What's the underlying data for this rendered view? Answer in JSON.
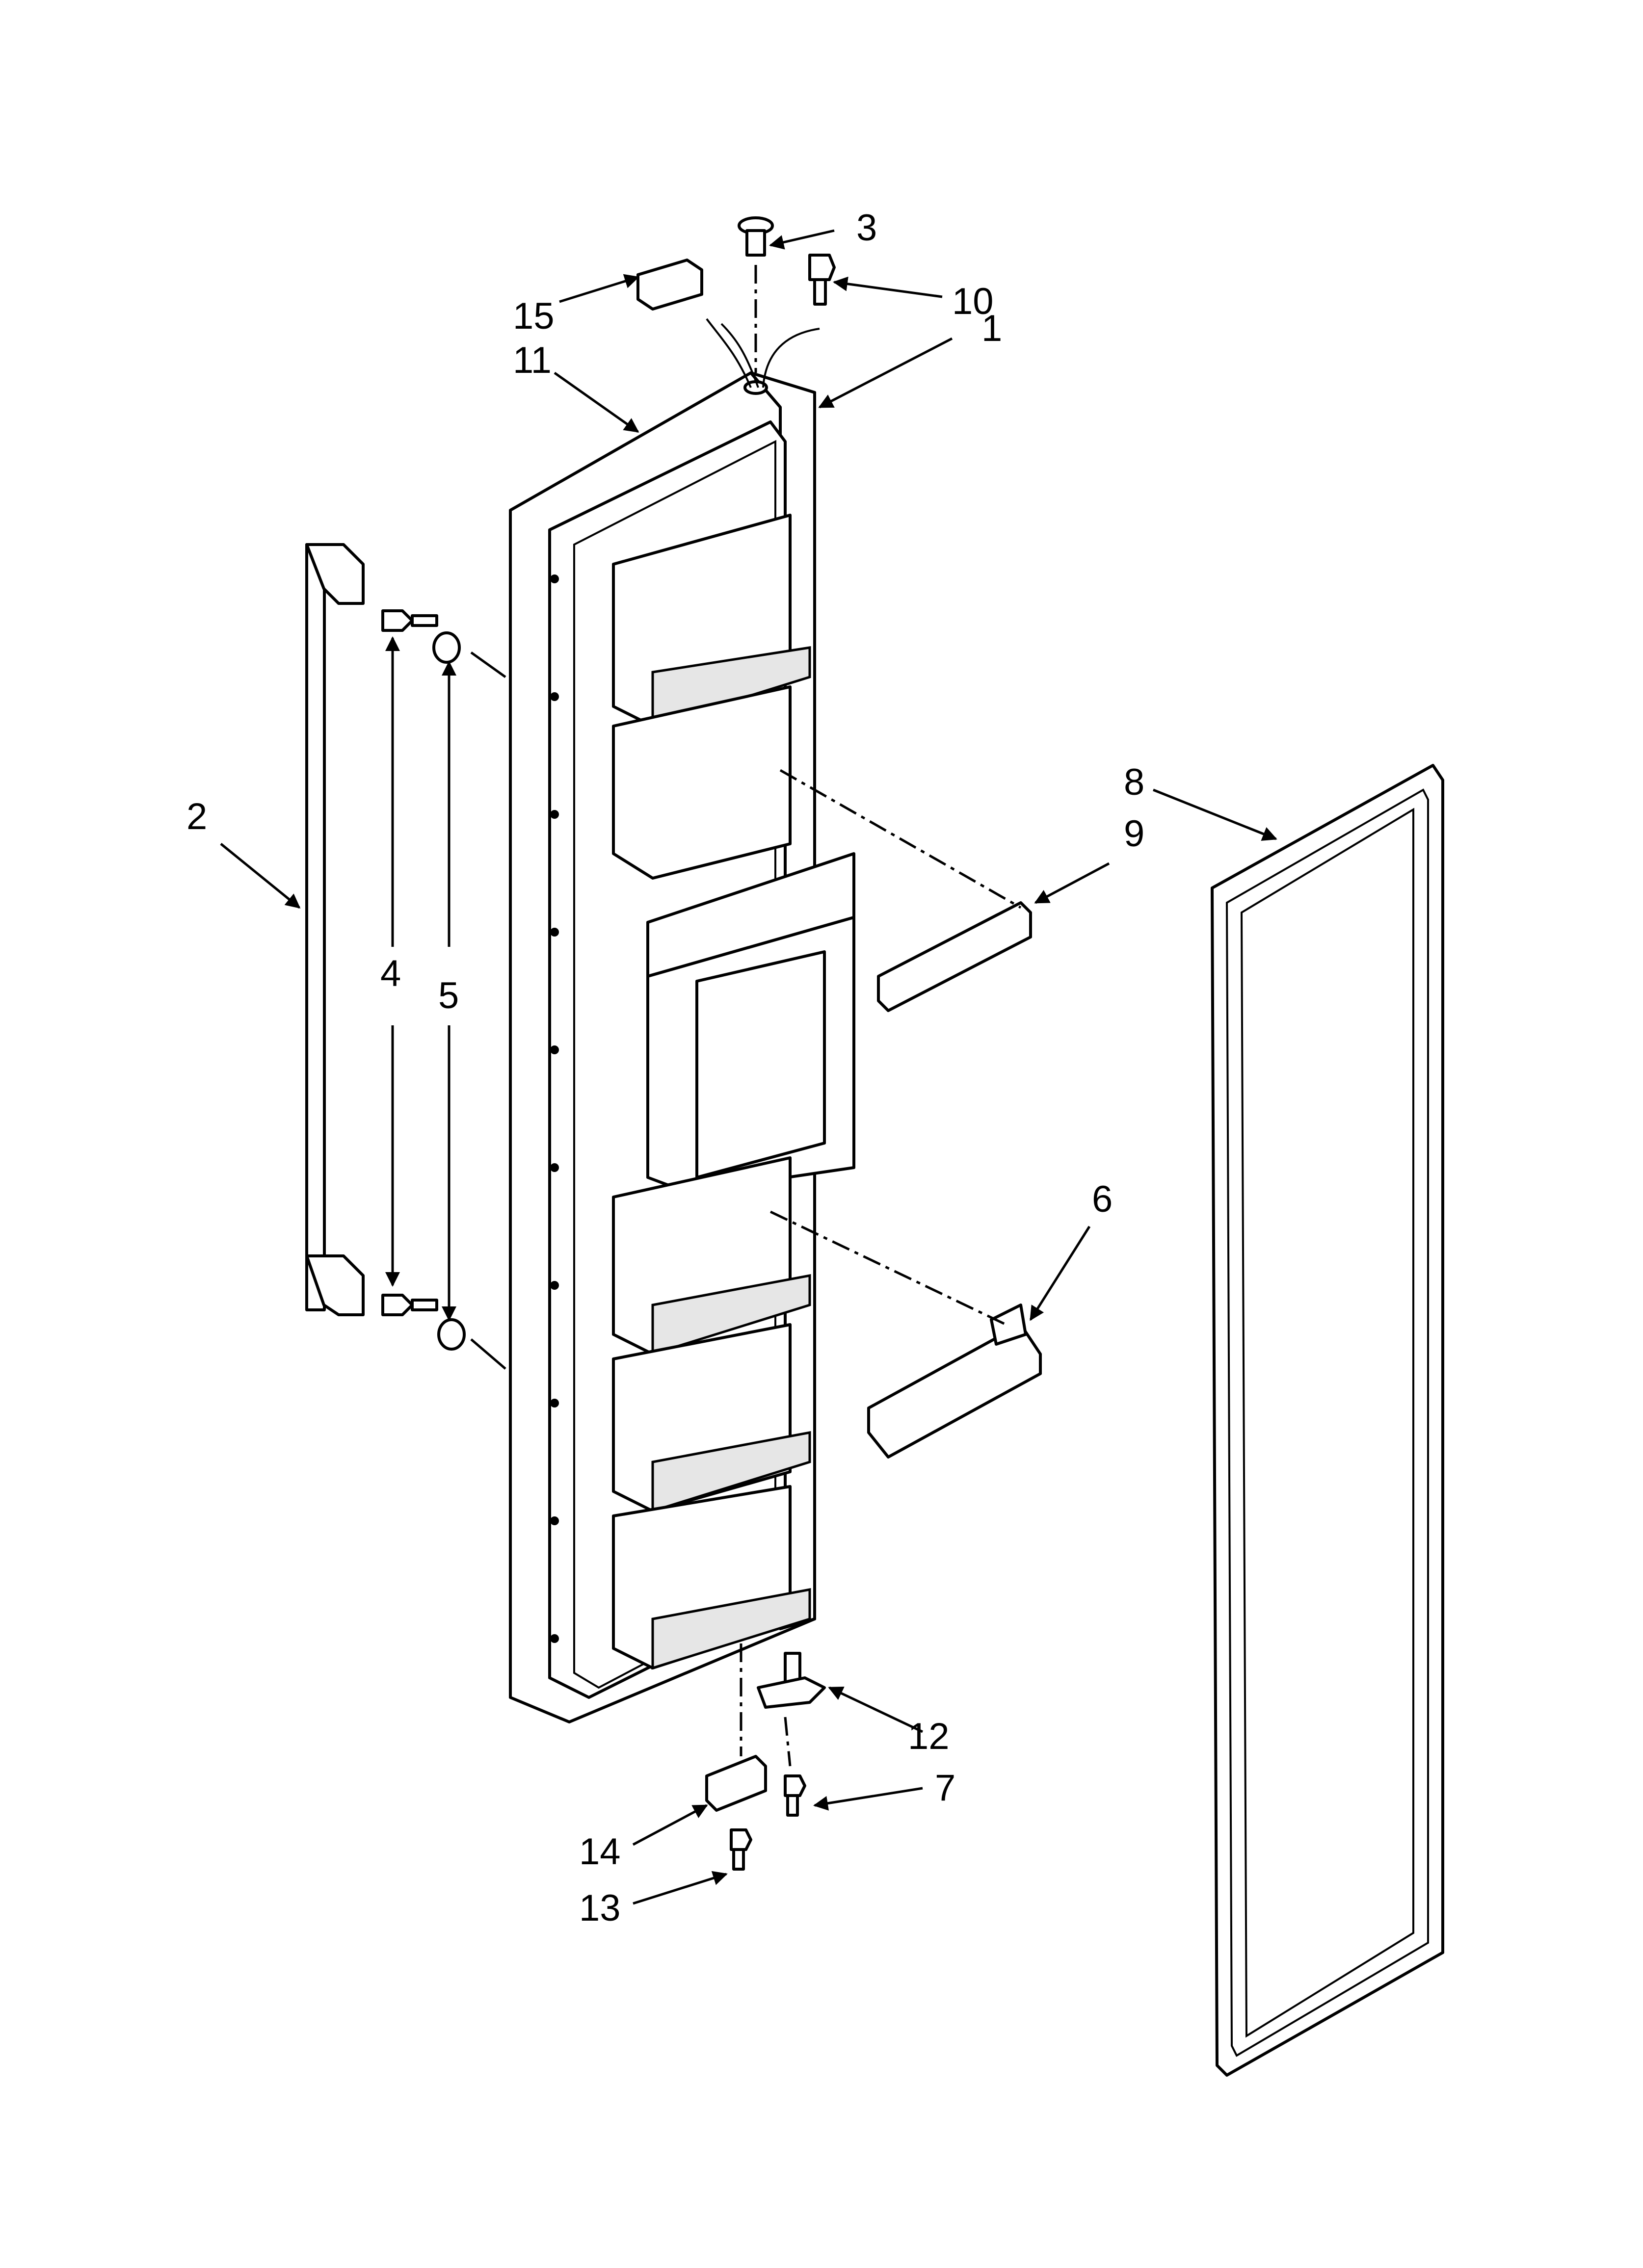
{
  "callouts": {
    "c1": "1",
    "c2": "2",
    "c3": "3",
    "c4": "4",
    "c5": "5",
    "c6": "6",
    "c7": "7",
    "c8": "8",
    "c9": "9",
    "c10": "10",
    "c11": "11",
    "c12": "12",
    "c13": "13",
    "c14": "14",
    "c15": "15"
  },
  "colors": {
    "line": "#000000",
    "background": "#ffffff"
  }
}
